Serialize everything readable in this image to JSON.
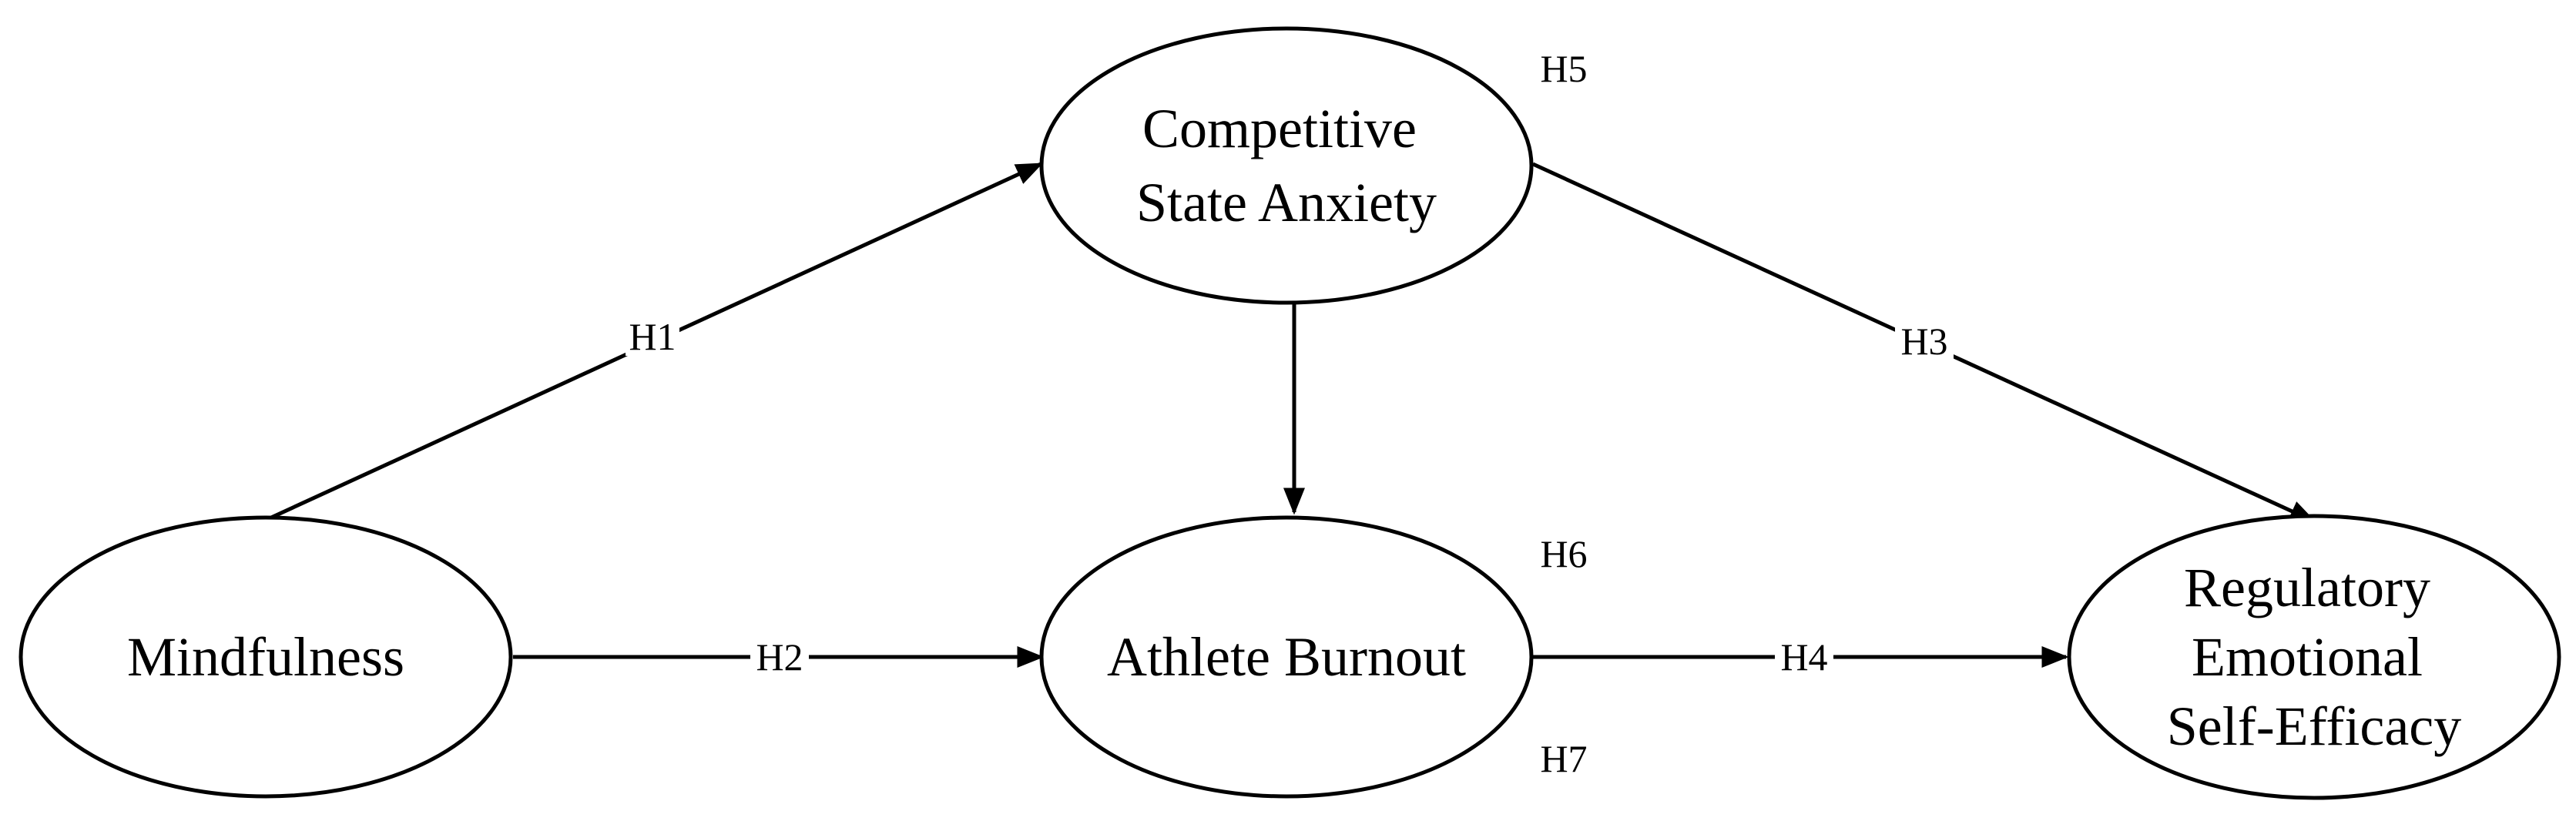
{
  "diagram": {
    "nodes": {
      "mindfulness": [
        "Mindfulness"
      ],
      "anxiety": [
        "Competitive",
        "State Anxiety"
      ],
      "burnout": [
        "Athlete Burnout"
      ],
      "resef": [
        "Regulatory",
        "Emotional",
        "Self-Efficacy"
      ]
    },
    "paths": {
      "h1": "H1",
      "h2": "H2",
      "h3": "H3",
      "h4": "H4",
      "anxiety_to_burnout": ""
    },
    "side_labels": {
      "h5": "H5",
      "h6": "H6",
      "h7": "H7"
    }
  }
}
